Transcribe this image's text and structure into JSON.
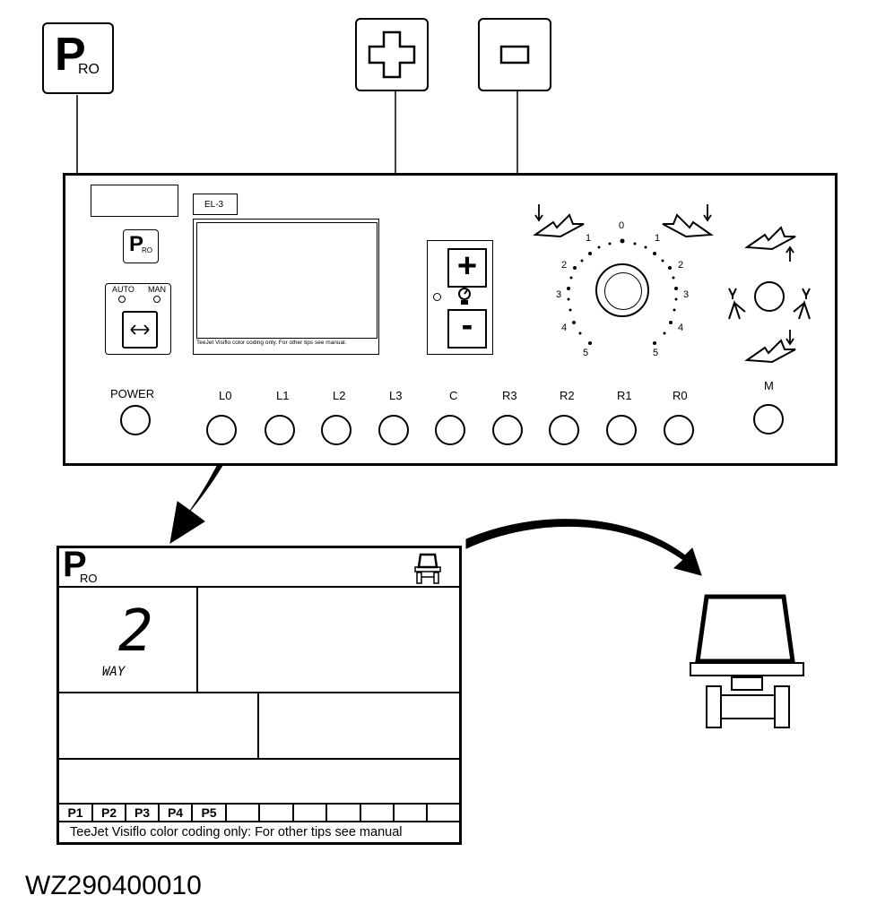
{
  "top_keys": {
    "pro_main": "P",
    "pro_sub": "RO",
    "plus_symbol": "plus-icon",
    "minus_symbol": "minus-icon"
  },
  "panel": {
    "model_label": "EL-3",
    "mode_auto": "AUTO",
    "mode_man": "MAN",
    "power_label": "POWER",
    "section_labels": [
      "L0",
      "L1",
      "L2",
      "L3",
      "C",
      "R3",
      "R2",
      "R1",
      "R0"
    ],
    "m_label": "M",
    "small_screen_footer": "TeeJet Visiflo color coding only. For other tips see manual.",
    "plus_label": "+",
    "minus_label": "-",
    "dial": {
      "top": "0",
      "left": [
        "1",
        "2",
        "3",
        "4",
        "5"
      ],
      "right": [
        "1",
        "2",
        "3",
        "4",
        "5"
      ]
    }
  },
  "lcd": {
    "logo_main": "P",
    "logo_sub": "RO",
    "value": "2",
    "unit": "WAY",
    "tabs": [
      "P1",
      "P2",
      "P3",
      "P4",
      "P5",
      "",
      "",
      "",
      "",
      "",
      "",
      ""
    ],
    "footer": "TeeJet Visiflo color coding only: For other tips see manual"
  },
  "figure_id": "WZ290400010"
}
